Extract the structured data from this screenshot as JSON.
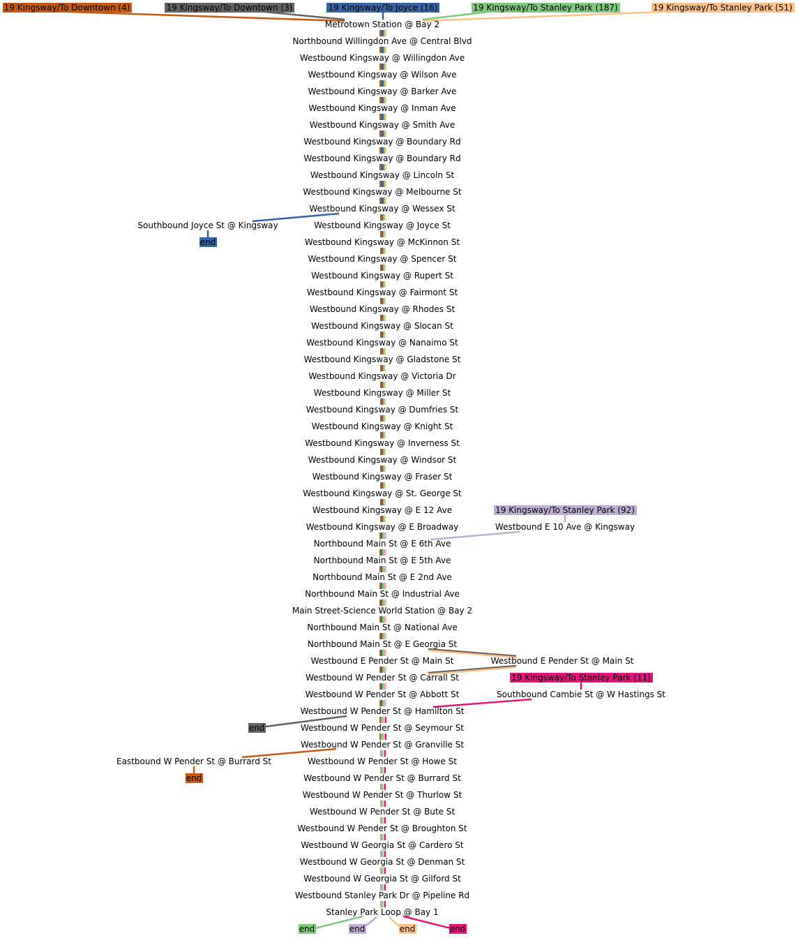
{
  "colors": {
    "downtown_4": "#c45a14",
    "downtown_3": "#636363",
    "joyce_16": "#3565a8",
    "stanley_187": "#7fc97f",
    "stanley_51": "#fdc086",
    "stanley_92": "#beaed4",
    "stanley_11": "#e7127b"
  },
  "routes": {
    "downtown_4": "19 Kingsway/To Downtown (4)",
    "downtown_3": "19 Kingsway/To Downtown (3)",
    "joyce_16": "19 Kingsway/To Joyce (16)",
    "stanley_187": "19 Kingsway/To Stanley Park (187)",
    "stanley_51": "19 Kingsway/To Stanley Park (51)",
    "stanley_92": "19 Kingsway/To Stanley Park (92)",
    "stanley_11": "19 Kingsway/To Stanley Park (11)"
  },
  "end_label": "end",
  "main_stops": [
    "Metrotown Station @ Bay 2",
    "Northbound Willingdon Ave @ Central Blvd",
    "Westbound Kingsway @ Willingdon Ave",
    "Westbound Kingsway @ Wilson Ave",
    "Westbound Kingsway @ Barker Ave",
    "Westbound Kingsway @ Inman Ave",
    "Westbound Kingsway @ Smith Ave",
    "Westbound Kingsway @ Boundary Rd",
    "Westbound Kingsway @ Boundary Rd",
    "Westbound Kingsway @ Lincoln St",
    "Westbound Kingsway @ Melbourne St",
    "Westbound Kingsway @ Wessex St",
    "Westbound Kingsway @ Joyce St",
    "Westbound Kingsway @ McKinnon St",
    "Westbound Kingsway @ Spencer St",
    "Westbound Kingsway @ Rupert St",
    "Westbound Kingsway @ Fairmont St",
    "Westbound Kingsway @ Rhodes St",
    "Westbound Kingsway @ Slocan St",
    "Westbound Kingsway @ Nanaimo St",
    "Westbound Kingsway @ Gladstone St",
    "Westbound Kingsway @ Victoria Dr",
    "Westbound Kingsway @ Miller St",
    "Westbound Kingsway @ Dumfries St",
    "Westbound Kingsway @ Knight St",
    "Westbound Kingsway @ Inverness St",
    "Westbound Kingsway @ Windsor St",
    "Westbound Kingsway @ Fraser St",
    "Westbound Kingsway @ St. George St",
    "Westbound Kingsway @ E 12 Ave",
    "Westbound Kingsway @ E Broadway",
    "Northbound Main St @ E 6th Ave",
    "Northbound Main St @ E 5th Ave",
    "Northbound Main St @ E 2nd Ave",
    "Northbound Main St @ Industrial Ave",
    "Main Street-Science World Station @ Bay 2",
    "Northbound Main St @ National Ave",
    "Northbound Main St @ E Georgia St",
    "Westbound E Pender St @ Main St",
    "Westbound W Pender St @ Carrall St",
    "Westbound W Pender St @ Abbott St",
    "Westbound W Pender St @ Hamilton St",
    "Westbound W Pender St @ Seymour St",
    "Westbound W Pender St @ Granville St",
    "Westbound W Pender St @ Howe St",
    "Westbound W Pender St @ Burrard St",
    "Westbound W Pender St @ Thurlow St",
    "Westbound W Pender St @ Bute St",
    "Westbound W Pender St @ Broughton St",
    "Westbound W Georgia St @ Cardero St",
    "Westbound W Georgia St @ Denman St",
    "Westbound W Georgia St @ Gilford St",
    "Westbound Stanley Park Dr @ Pipeline Rd",
    "Stanley Park Loop @ Bay 1"
  ],
  "side_stops": {
    "joyce": "Southbound Joyce St @ Kingsway",
    "e10": "Westbound E 10 Ave @ Kingsway",
    "pender_main": "Westbound E Pender St @ Main St",
    "cambie": "Southbound Cambie St @ W Hastings St",
    "burrard": "Eastbound W Pender St @ Burrard St"
  }
}
